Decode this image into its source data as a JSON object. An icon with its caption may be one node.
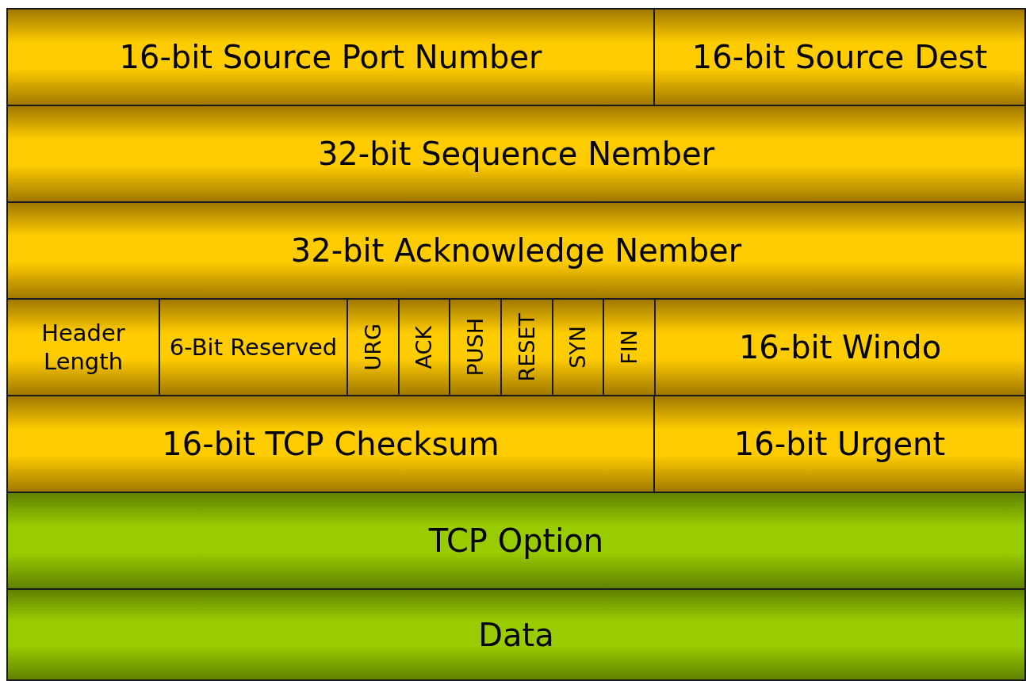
{
  "diagram": {
    "nodes": [
      {
        "text": [
          "16-bit Source Port Number"
        ]
      },
      {
        "text": [
          "16-bit Source Dest"
        ]
      },
      {
        "text": [
          "32-bit Sequence Nember"
        ]
      },
      {
        "text": [
          "32-bit Acknowledge Nember"
        ]
      },
      {
        "text": [
          "Header Length"
        ]
      },
      {
        "text": [
          "6-Bit Reserved"
        ]
      },
      {
        "text": [
          "URG"
        ]
      },
      {
        "text": [
          "ACK"
        ]
      },
      {
        "text": [
          "PUSH"
        ]
      },
      {
        "text": [
          "RESET"
        ]
      },
      {
        "text": [
          "SYN"
        ]
      },
      {
        "text": [
          "FIN"
        ]
      },
      {
        "text": [
          "16-bit Windo"
        ]
      },
      {
        "text": [
          "16-bit TCP Checksum"
        ]
      },
      {
        "text": [
          "16-bit Urgent"
        ]
      },
      {
        "text": [
          "TCP Option"
        ]
      },
      {
        "text": [
          "Data"
        ]
      }
    ]
  }
}
